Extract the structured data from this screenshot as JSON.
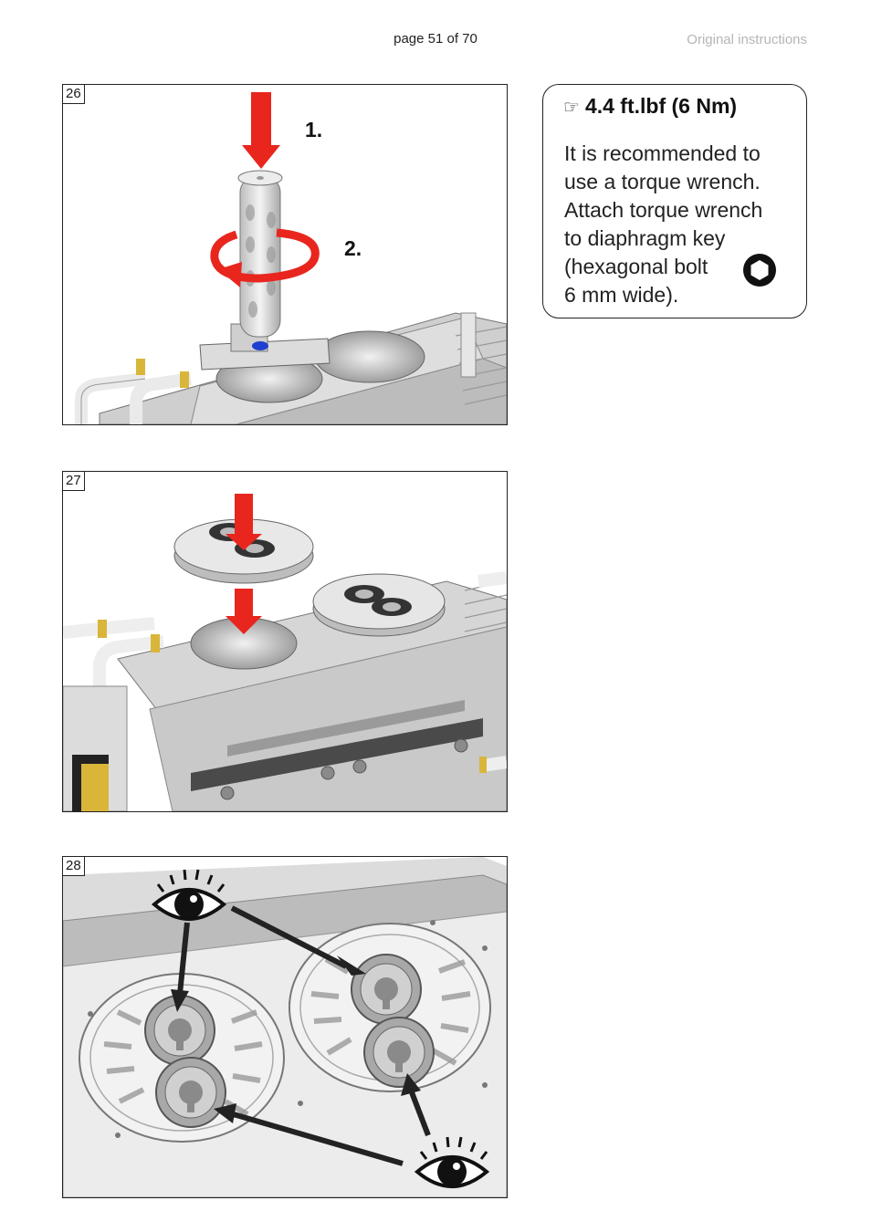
{
  "header": {
    "page_number": "page 51 of 70",
    "document_type": "Original instructions"
  },
  "figures": [
    {
      "number": "26",
      "steps": [
        "1.",
        "2."
      ]
    },
    {
      "number": "27"
    },
    {
      "number": "28"
    }
  ],
  "note": {
    "icon": "pointing-hand-icon",
    "title": "4.4 ft.lbf (6 Nm)",
    "lines": [
      "It is recommended to",
      "use a torque wrench.",
      "Attach torque wrench",
      "to diaphragm key",
      "(hexagonal bolt",
      "6 mm wide)."
    ],
    "inline_icon": "hexagon-bolt-icon"
  },
  "colors": {
    "arrow_red": "#e8261e",
    "metal_light": "#d8d8d8",
    "metal_dark": "#8a8a8a",
    "brass": "#d9b53a"
  }
}
